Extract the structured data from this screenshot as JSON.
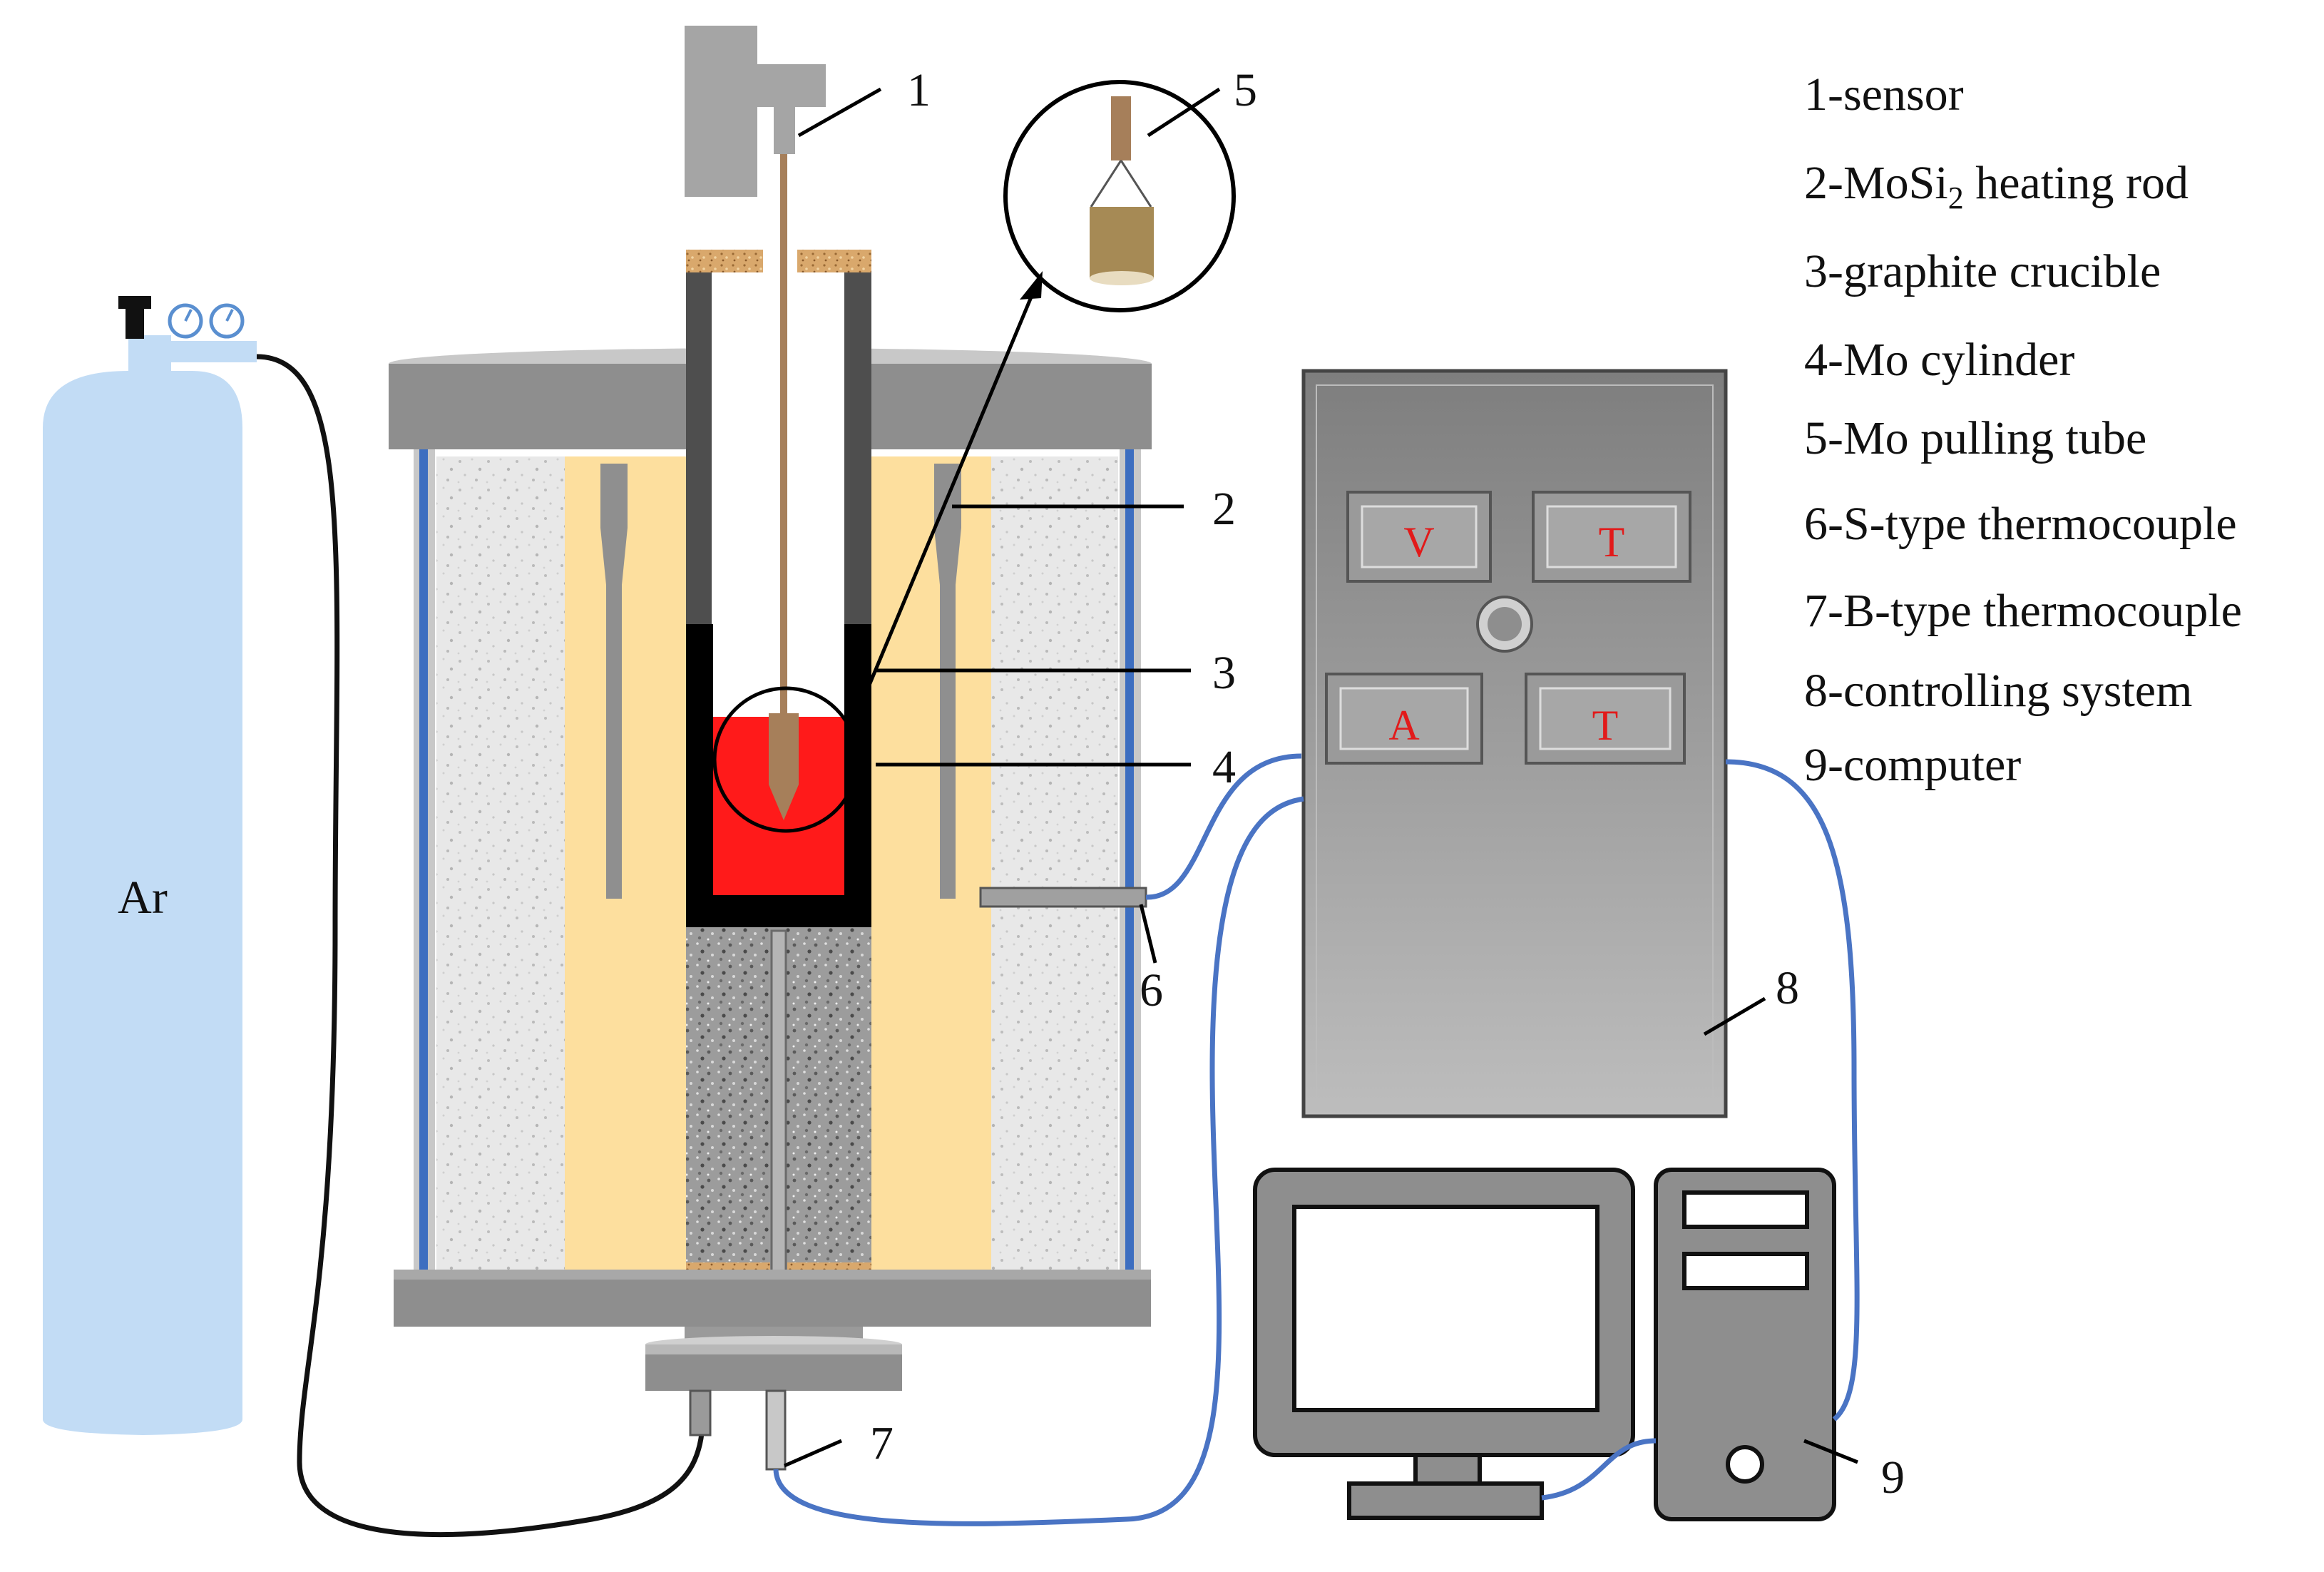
{
  "callouts": [
    "1",
    "2",
    "3",
    "4",
    "5",
    "6",
    "7",
    "8",
    "9"
  ],
  "gas_cylinder": {
    "label": "Ar"
  },
  "control_buttons": [
    "V",
    "T",
    "A",
    "T"
  ],
  "legend": [
    {
      "prefix": "1-sensor"
    },
    {
      "prefix": "2-MoSi",
      "sub": "2",
      "suffix": " heating rod"
    },
    {
      "prefix": "3-graphite crucible"
    },
    {
      "prefix": "4-Mo cylinder"
    },
    {
      "prefix": "5-Mo pulling tube"
    },
    {
      "prefix": "6-S-type thermocouple"
    },
    {
      "prefix": "7-B-type thermocouple"
    },
    {
      "prefix": "8-controlling system"
    },
    {
      "prefix": "9-computer"
    }
  ],
  "colors": {
    "melt": "#ff1a1a",
    "heater_zone": "#fddf9e",
    "cylinder": "#c2dcf5",
    "cable_blue": "#4a74c4",
    "chassis_gray": "#8a8a8a",
    "rod_brown": "#a67f5a"
  }
}
